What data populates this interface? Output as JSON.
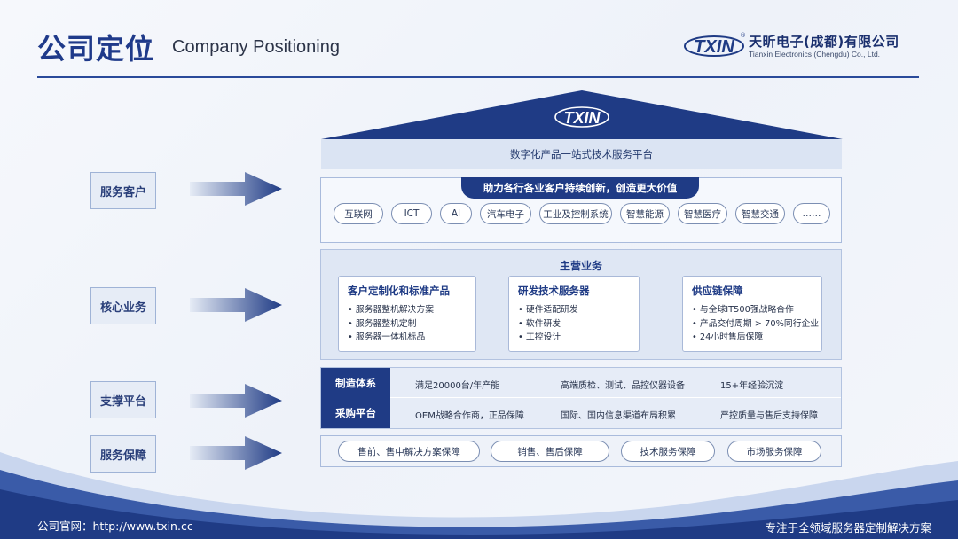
{
  "header": {
    "title_cn": "公司定位",
    "title_en": "Company Positioning",
    "logo_text": "TXIN",
    "registered_mark": "®",
    "company_cn": "天昕电子(成都)有限公司",
    "company_en": "Tianxin Electronics (Chengdu) Co., Ltd."
  },
  "side_labels": [
    "服务客户",
    "核心业务",
    "支撑平台",
    "服务保障"
  ],
  "roof": {
    "logo_text": "TXIN"
  },
  "platform": {
    "title": "数字化产品一站式技术服务平台"
  },
  "customers": {
    "headline": "助力各行各业客户持续创新，创造更大价值",
    "industries": [
      "互联网",
      "ICT",
      "AI",
      "汽车电子",
      "工业及控制系统",
      "智慧能源",
      "智慧医疗",
      "智慧交通",
      "……"
    ]
  },
  "core": {
    "title": "主营业务",
    "cards": [
      {
        "title": "客户定制化和标准产品",
        "items": [
          "服务器整机解决方案",
          "服务器整机定制",
          "服务器一体机标品"
        ]
      },
      {
        "title": "研发技术服务器",
        "items": [
          "硬件适配研发",
          "软件研发",
          "工控设计"
        ]
      },
      {
        "title": "供应链保障",
        "items": [
          "与全球IT500强战略合作",
          "产品交付周期 > 70%同行企业",
          "24小时售后保障"
        ]
      }
    ]
  },
  "support": {
    "rows": [
      {
        "label": "制造体系",
        "cells": [
          "满足20000台/年产能",
          "高端质检、测试、品控仪器设备",
          "15+年经验沉淀"
        ]
      },
      {
        "label": "采购平台",
        "cells": [
          "OEM战略合作商，正品保障",
          "国际、国内信息渠道布局积累",
          "严控质量与售后支持保障"
        ]
      }
    ]
  },
  "guarantee": {
    "items": [
      "售前、售中解决方案保障",
      "销售、售后保障",
      "技术服务保障",
      "市场服务保障"
    ]
  },
  "footer": {
    "website": "公司官网：http://www.txin.cc",
    "slogan": "专注于全领域服务器定制解决方案"
  },
  "colors": {
    "primary": "#1f3b85",
    "accent": "#2a4a9a",
    "panel": "#e3eaf6"
  }
}
